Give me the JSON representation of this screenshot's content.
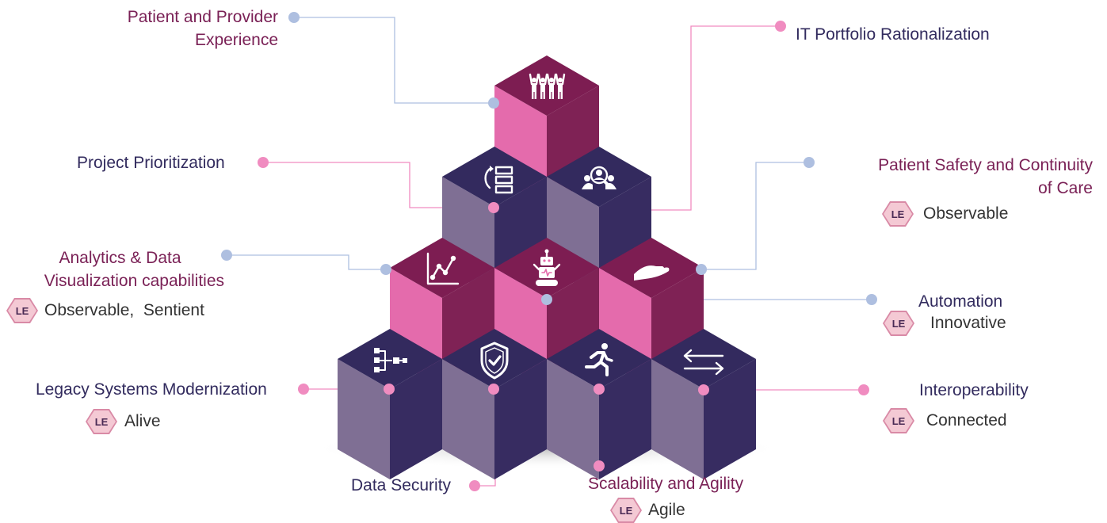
{
  "labels": {
    "patient_provider": [
      "Patient and Provider",
      "Experience"
    ],
    "it_portfolio": "IT Portfolio Rationalization",
    "project_prioritization": "Project Prioritization",
    "patient_safety": [
      "Patient Safety and Continuity",
      "of Care"
    ],
    "analytics": [
      "Analytics & Data",
      "Visualization capabilities"
    ],
    "automation": "Automation",
    "legacy": "Legacy Systems Modernization",
    "interoperability": "Interoperability",
    "data_security": "Data Security",
    "scalability": "Scalability and Agility"
  },
  "tags": {
    "badge": "LE",
    "patient_safety": "Observable",
    "analytics": "Observable,  Sentient",
    "automation": "Innovative",
    "legacy": "Alive",
    "interoperability": "Connected",
    "scalability": "Agile"
  },
  "colors": {
    "magenta_top": "#7d1d52",
    "magenta_left": "#e46bac",
    "magenta_right": "#7f2255",
    "navy_top": "#332a5e",
    "navy_left": "#7f6f94",
    "navy_right": "#372c61",
    "connector_pink": "#f08cc0",
    "connector_blue": "#aebfe0",
    "title_purple": "#7a2156",
    "title_navy": "#322b5e"
  },
  "icons": {
    "top": "people-raised-hands-icon",
    "row2_left": "process-list-icon",
    "row2_right": "user-search-icon",
    "row3_left": "analytics-chart-icon",
    "row3_mid": "robot-icon",
    "row3_right": "hand-care-icon",
    "row4_1": "hierarchy-flow-icon",
    "row4_2": "shield-check-icon",
    "row4_3": "running-person-icon",
    "row4_4": "two-way-arrows-icon"
  }
}
